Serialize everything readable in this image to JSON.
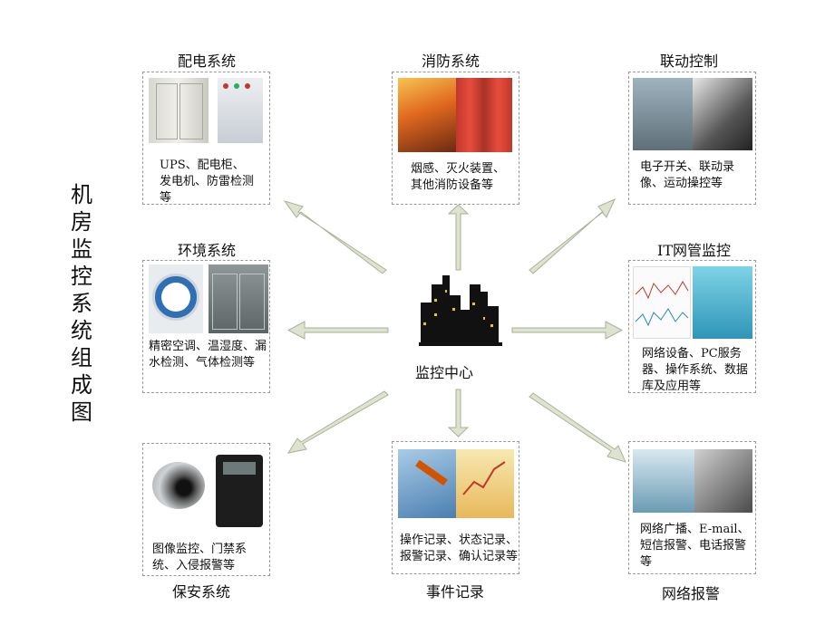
{
  "title": "机房监控系统组成图",
  "center": {
    "label": "监控中心"
  },
  "panels": {
    "power": {
      "title": "配电系统",
      "desc": "UPS、配电柜、发电机、防雷检测等"
    },
    "fire": {
      "title": "消防系统",
      "desc": "烟感、灭火装置、其他消防设备等"
    },
    "linkage": {
      "title": "联动控制",
      "desc": "电子开关、联动录像、运动操控等"
    },
    "env": {
      "title": "环境系统",
      "desc": "精密空调、温湿度、漏水检测、气体检测等"
    },
    "it": {
      "title": "IT网管监控",
      "desc": "网络设备、PC服务器、操作系统、数据库及应用等"
    },
    "security": {
      "title": "保安系统",
      "desc": "图像监控、门禁系统、入侵报警等"
    },
    "events": {
      "title": "事件记录",
      "desc": "操作记录、状态记录、报警记录、确认记录等"
    },
    "alarm": {
      "title": "网络报警",
      "desc": "网络广播、E-mail、短信报警、电话报警等"
    }
  },
  "colors": {
    "arrow_fill": "#dde3cf",
    "arrow_stroke": "#a9b296",
    "border": "#9a9a9a",
    "building": "#111111",
    "window": "#f1c40f"
  }
}
